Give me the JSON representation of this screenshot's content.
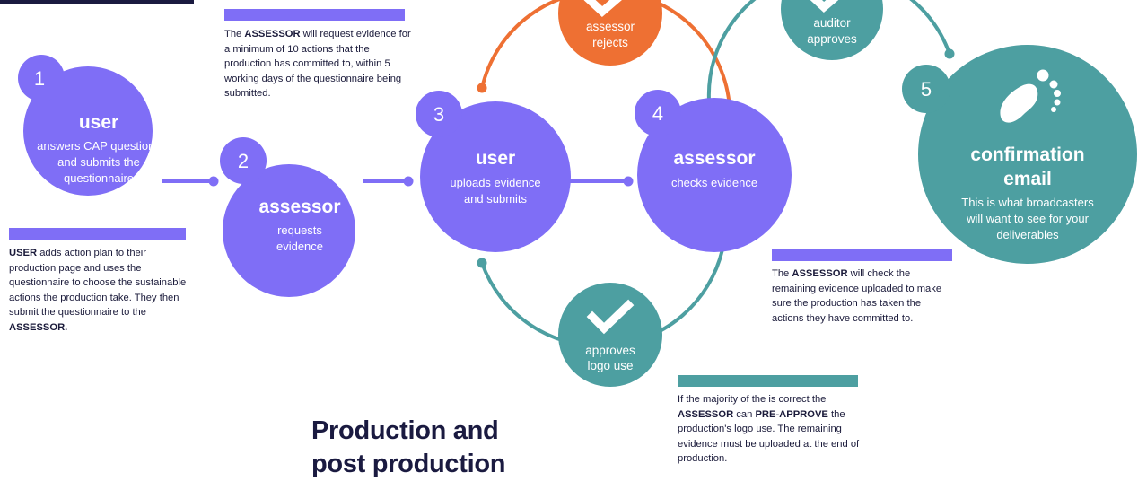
{
  "steps": [
    {
      "number": "1",
      "title": "user",
      "lines": [
        "answers CAP questions",
        "and submits the",
        "questionnaire"
      ]
    },
    {
      "number": "2",
      "title": "assessor",
      "lines": [
        "requests",
        "evidence"
      ]
    },
    {
      "number": "3",
      "title": "user",
      "lines": [
        "uploads evidence",
        "and submits"
      ]
    },
    {
      "number": "4",
      "title": "assessor",
      "lines": [
        "checks evidence"
      ]
    },
    {
      "number": "5",
      "title_lines": [
        "confirmation",
        "email"
      ],
      "lines": [
        "This is what broadcasters",
        "will want to see for your",
        "deliverables"
      ]
    }
  ],
  "outcomes": {
    "rejects": [
      "assessor",
      "rejects"
    ],
    "approves": [
      "auditor",
      "approves"
    ],
    "logo": [
      "approves",
      "logo use"
    ]
  },
  "notes": {
    "note1": {
      "bold": "USER",
      "text": " adds action plan to their production page and uses the questionnaire to choose the sustainable actions the production take. They then submit the questionnaire to the ",
      "bold2": "ASSESSOR.",
      "text2": ""
    },
    "note2": {
      "pre": "The ",
      "bold": "ASSESSOR",
      "text": " will request evidence for a minimum of 10 actions that the production has committed to, within 5 working days of the questionnaire being submitted."
    },
    "note3": {
      "pre": "The ",
      "bold": "ASSESSOR",
      "text": " will check the remaining evidence uploaded to make sure the production has taken the actions they have committed to."
    },
    "note4": {
      "pre": "If the majority of the is correct the ",
      "bold": "ASSESSOR",
      "mid": " can ",
      "bold2": "PRE-APPROVE",
      "text": " the production's logo use. The remaining evidence must be uploaded at the end of production."
    }
  },
  "heading": [
    "Production and",
    "post production"
  ],
  "colors": {
    "purple": "#7f6ef6",
    "teal": "#4d9fa1",
    "orange": "#ee7033",
    "navy": "#1a1a40"
  },
  "icons": [
    "check-icon",
    "footprint-icon"
  ]
}
